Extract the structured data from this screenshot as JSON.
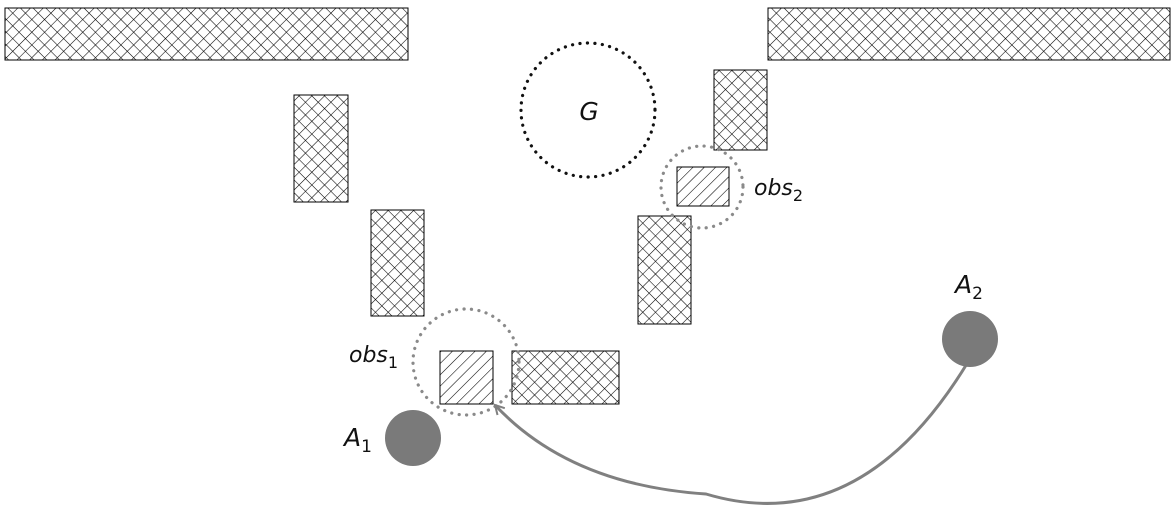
{
  "colors": {
    "background": "#ffffff",
    "wall_stroke": "#000000",
    "agent_fill": "#7a7a7a",
    "obstacle_ring": "#8a8a8a",
    "goal_ring": "#111111",
    "path": "#808080"
  },
  "goal": {
    "label": "G"
  },
  "obstacles": [
    {
      "name": "obs",
      "subscript": "1"
    },
    {
      "name": "obs",
      "subscript": "2"
    }
  ],
  "agents": [
    {
      "name": "A",
      "subscript": "1"
    },
    {
      "name": "A",
      "subscript": "2"
    }
  ]
}
